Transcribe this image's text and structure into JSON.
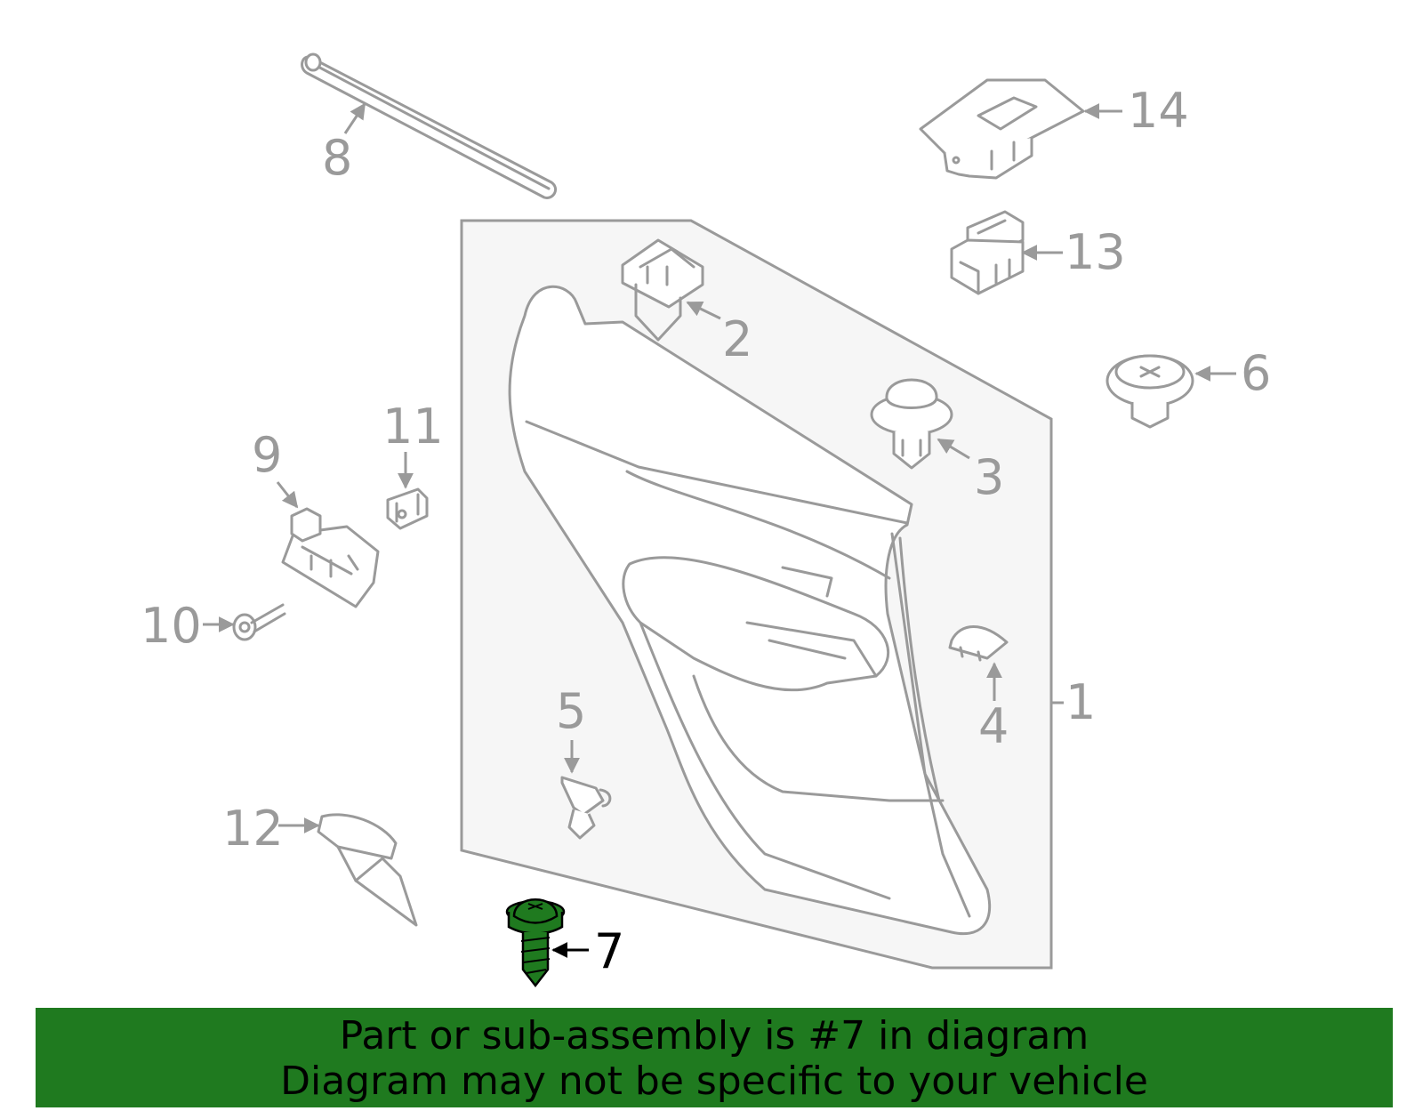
{
  "diagram": {
    "callouts": {
      "c1": "1",
      "c2": "2",
      "c3": "3",
      "c4": "4",
      "c5": "5",
      "c6": "6",
      "c7": "7",
      "c8": "8",
      "c9": "9",
      "c10": "10",
      "c11": "11",
      "c12": "12",
      "c13": "13",
      "c14": "14"
    },
    "highlighted_part": "7",
    "highlight_color": "#1f7a1f",
    "line_color": "#9a9a9a",
    "panel_fill": "#f6f6f6"
  },
  "banner": {
    "line1": "Part or sub-assembly is #7 in diagram",
    "line2": "Diagram may not be specific to your vehicle",
    "background": "#1f7a1f"
  }
}
